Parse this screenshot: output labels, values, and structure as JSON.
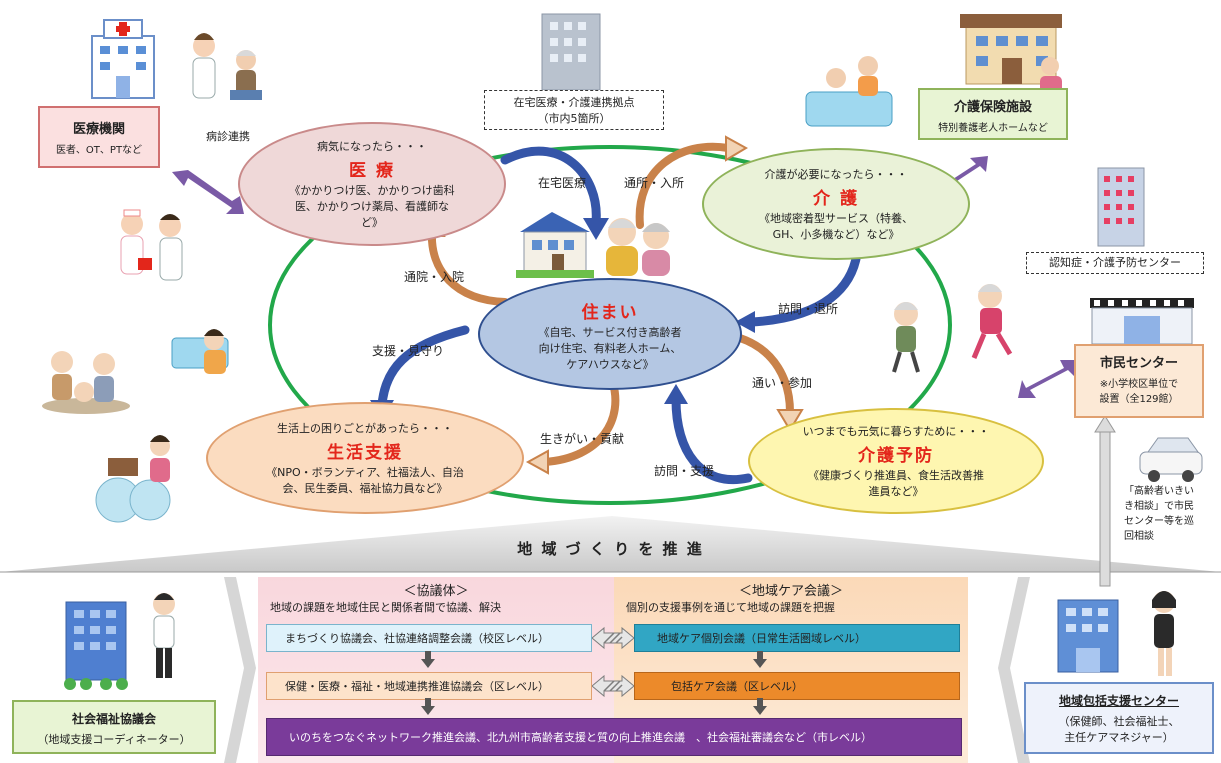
{
  "hospital_box": {
    "title": "医療機関",
    "subtitle": "医者、OT、PTなど"
  },
  "zaitaku_box": {
    "line1": "在宅医療・介護連携拠点",
    "line2": "（市内5箇所）"
  },
  "kaigo_facility_box": {
    "title": "介護保険施設",
    "subtitle": "特別養護老人ホームなど"
  },
  "dementia_center_label": "認知症・介護予防センター",
  "shimin_center_box": {
    "title": "市民センター",
    "line1": "※小学校区単位で",
    "line2": "設置（全129館）"
  },
  "consult_note": [
    "「高齢者いきい",
    "き相談」で市民",
    "センター等を巡",
    "回相談"
  ],
  "link_label": "病診連携",
  "iryo": {
    "lead": "病気になったら・・・",
    "title": "医 療",
    "desc": [
      "《かかりつけ医、かかりつけ歯科",
      "医、かかりつけ薬局、看護師な",
      "ど》"
    ]
  },
  "kaigo": {
    "lead": "介護が必要になったら・・・",
    "title": "介 護",
    "desc": [
      "《地域密着型サービス（特養、",
      "GH、小多機など）など》"
    ]
  },
  "sumai": {
    "title": "住まい",
    "desc": [
      "《自宅、サービス付き高齢者",
      "向け住宅、有料老人ホーム、",
      "ケアハウスなど》"
    ]
  },
  "seikatsu": {
    "lead": "生活上の困りごとがあったら・・・",
    "title": "生活支援",
    "desc": [
      "《NPO・ボランティア、社福法人、自治",
      "会、民生委員、福祉協力員など》"
    ]
  },
  "yobo": {
    "lead": "いつまでも元気に暮らすために・・・",
    "title": "介護予防",
    "desc": [
      "《健康づくり推進員、食生活改善推",
      "進員など》"
    ]
  },
  "flow_labels": {
    "zaitaku_iryo": "在宅医療",
    "tsusho_nyusho": "通所・入所",
    "tsuin_nyuin": "通院・入院",
    "homon_taisho": "訪問・退所",
    "shien_mimamori": "支援・見守り",
    "kayoi_sanka": "通い・参加",
    "ikigai_kouken": "生きがい・貢献",
    "homon_shien": "訪問・支援"
  },
  "banner": "地 域 づ く り を 推 進",
  "shakyo_box": {
    "title": "社会福祉協議会",
    "subtitle": "（地域支援コーディネーター）"
  },
  "houkatsu_box": {
    "title": "地域包括支援センター",
    "line1": "（保健師、社会福祉士、",
    "line2": "主任ケアマネジャー）"
  },
  "kyogitai": {
    "heading": "＜協議体＞",
    "sub": "地域の課題を地域住民と関係者間で協議、解決"
  },
  "care_kaigi": {
    "heading": "＜地域ケア会議＞",
    "sub": "個別の支援事例を通じて地域の課題を把握"
  },
  "bars": {
    "machizukuri": "まちづくり協議会、社協連絡調整会議（校区レベル）",
    "hoken": "保健・医療・福祉・地域連携推進協議会（区レベル）",
    "kobetsu": "地域ケア個別会議（日常生活圏域レベル）",
    "houkatsu": "包括ケア会議（区レベル）",
    "city": "いのちをつなぐネットワーク推進会議、北九州市高齢者支援と質の向上推進会議　、社会福祉審議会など（市レベル）"
  },
  "colors": {
    "iryo_fill": "#efd8d8",
    "kaigo_fill": "#eaf2d8",
    "sumai_fill": "#b4c7e3",
    "seikatsu_fill": "#fbdcc0",
    "yobo_fill": "#fef6b0",
    "accent_red": "#e3261b",
    "ring_green": "#22a84a",
    "arrow_blue": "#3555a8",
    "arrow_orange": "#c9824a",
    "purple_bar": "#7a3b9a",
    "teal_bar": "#31a6c4",
    "orange_bar": "#ec8a2a"
  },
  "icons": [
    "hospital-icon",
    "doctor-patient-icon",
    "nurse-doctor-icon",
    "office-building-icon",
    "care-facility-icon",
    "bathing-care-icon",
    "apartment-icon",
    "house-icon",
    "elderly-couple-icon",
    "walking-elderly-icon",
    "exercise-elderly-icon",
    "shimin-center-icon",
    "car-icon",
    "elderly-group-icon",
    "cleaning-helper-icon",
    "garbage-bags-icon",
    "shakyo-building-icon",
    "staff-man-icon",
    "houkatsu-building-icon",
    "staff-woman-icon"
  ]
}
